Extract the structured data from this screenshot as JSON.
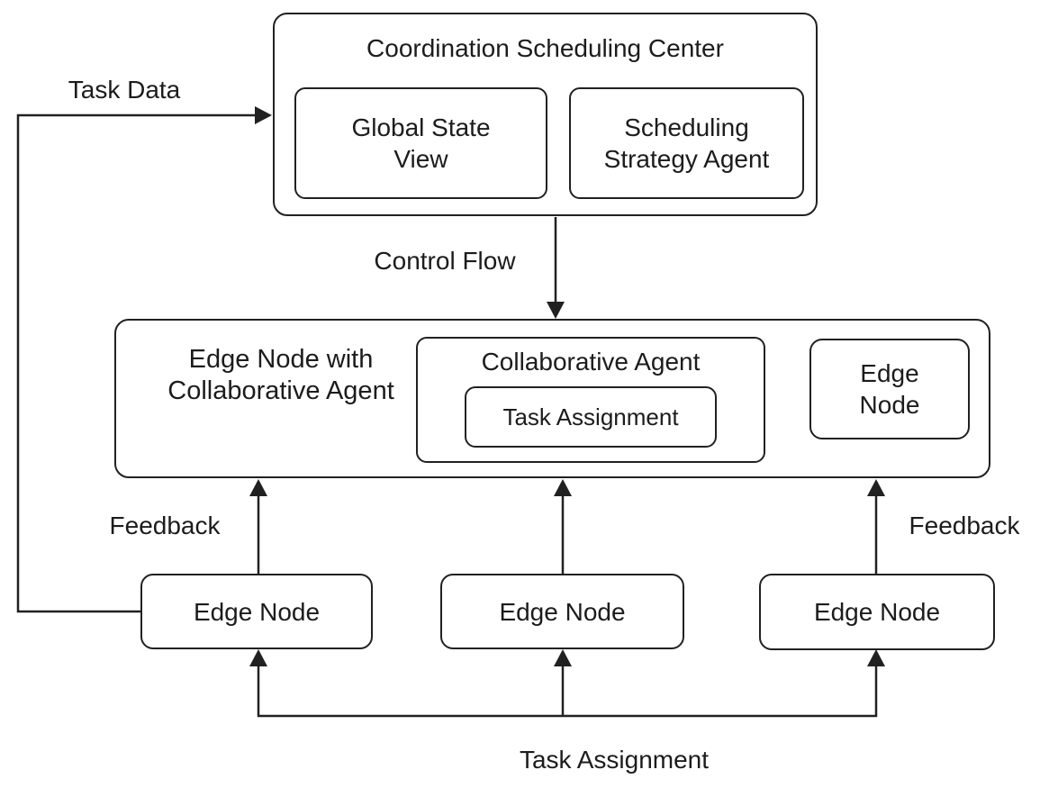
{
  "colors": {
    "stroke": "#212121",
    "background": "#ffffff",
    "text": "#1c1c1c"
  },
  "coordination_center": {
    "title": "Coordination Scheduling Center",
    "global_state_view": "Global State\nView",
    "scheduling_strategy_agent": "Scheduling\nStrategy Agent"
  },
  "edge_layer": {
    "label": "Edge Node with\nCollaborative Agent",
    "collaborative_agent": {
      "title": "Collaborative Agent",
      "task_assignment": "Task Assignment"
    },
    "edge_node": "Edge\nNode"
  },
  "edge_nodes": [
    {
      "label": "Edge Node"
    },
    {
      "label": "Edge Node"
    },
    {
      "label": "Edge Node"
    }
  ],
  "flow_labels": {
    "task_data": "Task Data",
    "control_flow": "Control Flow",
    "feedback_left": "Feedback",
    "feedback_right": "Feedback",
    "task_assignment": "Task Assignment"
  }
}
